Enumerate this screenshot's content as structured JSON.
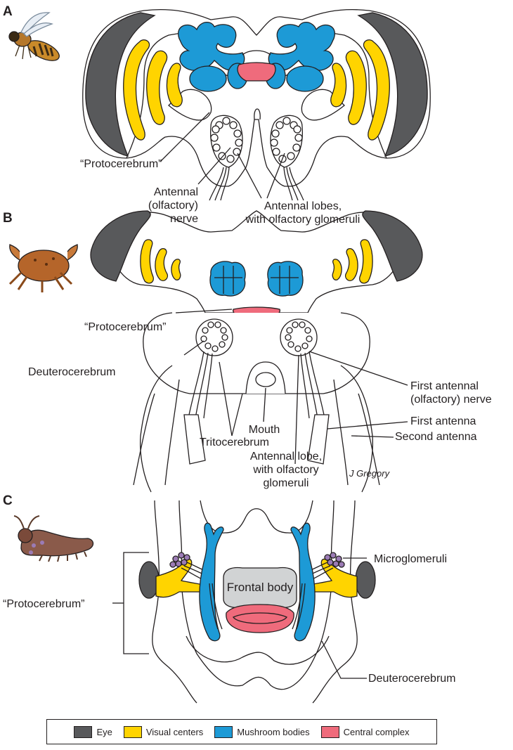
{
  "colors": {
    "eye": "#58595b",
    "visual_centers": "#ffd400",
    "mushroom_bodies": "#1d9ad6",
    "central_complex": "#ef6b7c",
    "frontal_body": "#d1d3d4",
    "microglomeruli": "#9b7bb5",
    "outline": "#231f20"
  },
  "panels": {
    "a": {
      "letter": "A",
      "protocerebrum": "“Protocerebrum”",
      "antennal_nerve": [
        "Antennal",
        "(olfactory)",
        "nerve"
      ],
      "antennal_lobes": [
        "Antennal lobes,",
        "with olfactory glomeruli"
      ]
    },
    "b": {
      "letter": "B",
      "protocerebrum": "“Protocerebrum”",
      "deuterocerebrum": "Deuterocerebrum",
      "first_antennal_nerve": [
        "First antennal",
        "(olfactory) nerve"
      ],
      "first_antenna": "First antenna",
      "second_antenna": "Second antenna",
      "mouth": "Mouth",
      "tritocerebrum": "Tritocerebrum",
      "antennal_lobe": [
        "Antennal lobe,",
        "with olfactory",
        "glomeruli"
      ],
      "signature": "J Gregory"
    },
    "c": {
      "letter": "C",
      "protocerebrum": "“Protocerebrum”",
      "microglomeruli": "Microglomeruli",
      "frontal_body": "Frontal body",
      "deuterocerebrum": "Deuterocerebrum"
    }
  },
  "legend": [
    {
      "label": "Eye",
      "color": "#58595b"
    },
    {
      "label": "Visual centers",
      "color": "#ffd400"
    },
    {
      "label": "Mushroom bodies",
      "color": "#1d9ad6"
    },
    {
      "label": "Central complex",
      "color": "#ef6b7c"
    }
  ]
}
